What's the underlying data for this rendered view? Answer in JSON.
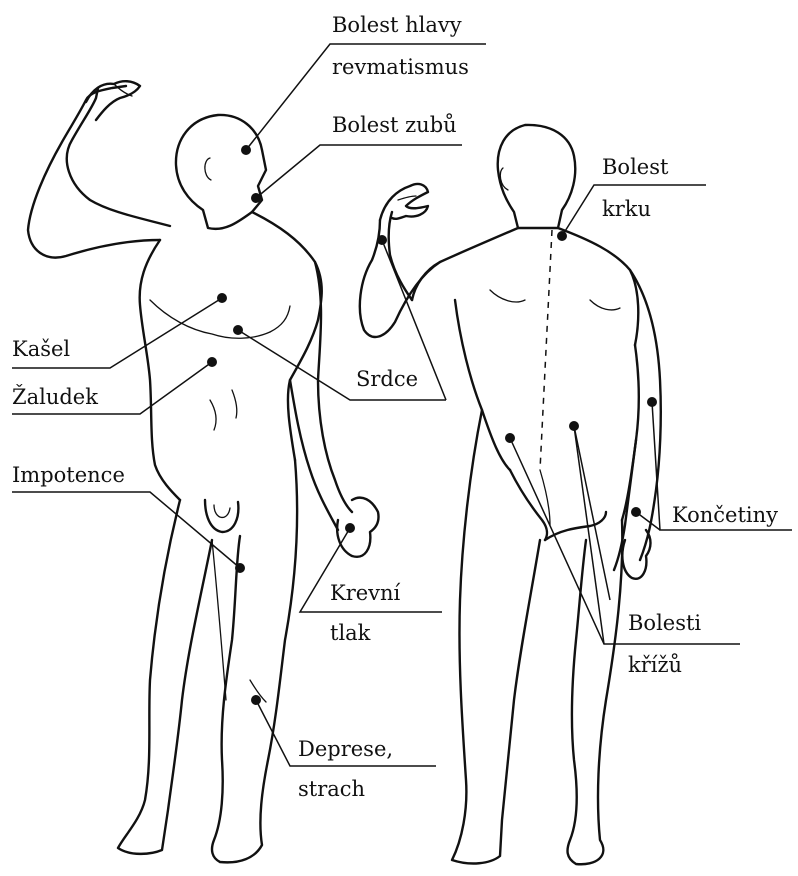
{
  "labels": {
    "headache": [
      "Bolest hlavy",
      "revmatismus"
    ],
    "toothache": [
      "Bolest zubů"
    ],
    "neck_pain": [
      "Bolest",
      "krku"
    ],
    "cough": [
      "Kašel"
    ],
    "stomach": [
      "Žaludek"
    ],
    "heart": [
      "Srdce"
    ],
    "impotence": [
      "Impotence"
    ],
    "blood_pressure": [
      "Krevní",
      "tlak"
    ],
    "limbs": [
      "Končetiny"
    ],
    "back_pain": [
      "Bolesti",
      "křížů"
    ],
    "depression": [
      "Deprese,",
      "strach"
    ]
  }
}
